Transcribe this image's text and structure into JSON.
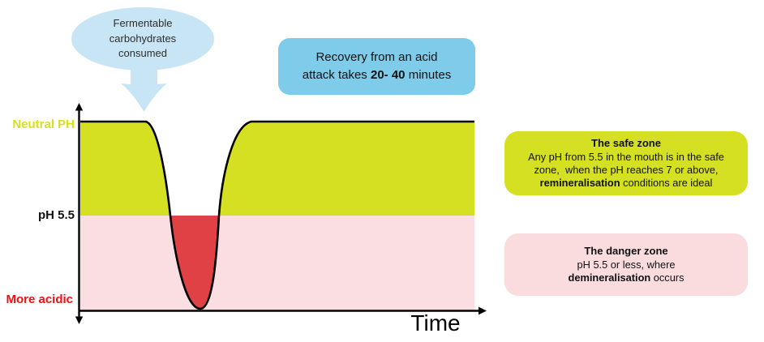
{
  "bubble": {
    "line1": "Fermentable",
    "line2": "carbohydrates",
    "line3": "consumed"
  },
  "recovery_box": {
    "line1": "Recovery from an acid",
    "line2_pre": "attack takes ",
    "line2_bold": "20- 40",
    "line2_post": " minutes"
  },
  "chart": {
    "y_axis_labels": {
      "neutral": "Neutral PH",
      "threshold": "pH 5.5",
      "acidic": "More acidic"
    },
    "x_axis_label": "Time"
  },
  "safe_box": {
    "title": "The safe zone",
    "line1": "Any pH from 5.5 in the mouth is in the safe",
    "line2": "zone,  when the pH reaches 7 or above,",
    "line3_bold": "remineralisation",
    "line3_post": " conditions are ideal"
  },
  "danger_box": {
    "title": "The danger zone",
    "line1": "pH 5.5 or less, where",
    "line2_bold": "demineralisation",
    "line2_post": " occurs"
  },
  "colors": {
    "safe_zone_fill": "#d5e023",
    "danger_zone_fill": "#fbdee1",
    "acid_dip_fill": "#e04145",
    "neutral_label": "#d6e01f",
    "acidic_label": "#ee1111",
    "bubble_blue": "#c7e5f4",
    "recovery_blue": "#7fccea",
    "danger_box_pink": "#fadcde"
  },
  "chart_data": {
    "type": "line",
    "title": "",
    "xlabel": "Time",
    "ylabel": "",
    "y_annotations": [
      "Neutral PH",
      "pH 5.5",
      "More acidic"
    ],
    "zones": [
      {
        "name": "safe zone",
        "range": "pH 5.5 up to neutral (7+)",
        "color": "#d5e023"
      },
      {
        "name": "danger zone",
        "range": "pH 5.5 or less",
        "color": "#fbdee1"
      }
    ],
    "curve_points_ph_vs_time": [
      {
        "t": 0.0,
        "ph": "neutral"
      },
      {
        "t": 0.17,
        "ph": "neutral"
      },
      {
        "t": 0.23,
        "ph": 5.5
      },
      {
        "t": 0.3,
        "ph": "minimum (most acidic)"
      },
      {
        "t": 0.35,
        "ph": 5.5
      },
      {
        "t": 0.44,
        "ph": "neutral"
      },
      {
        "t": 1.0,
        "ph": "neutral"
      }
    ],
    "annotations": [
      "Fermentable carbohydrates consumed (at start of dip)",
      "Recovery from an acid attack takes 20- 40 minutes"
    ]
  }
}
